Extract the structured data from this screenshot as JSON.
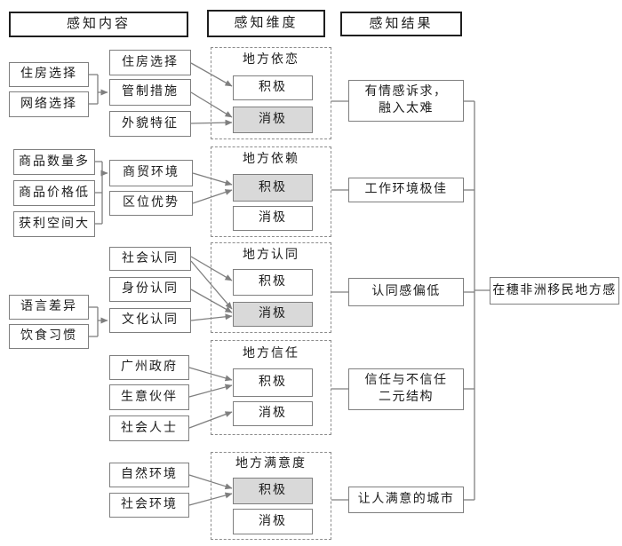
{
  "headers": {
    "content": "感知内容",
    "dimension": "感知维度",
    "result": "感知结果"
  },
  "final": {
    "label": "在穗非洲移民地方感"
  },
  "colors": {
    "shaded_fill": "#d9d9d9",
    "white_fill": "#ffffff",
    "box_border": "#7f7f7f",
    "header_border": "#1f1f1f"
  },
  "groups": [
    {
      "title": "地方依恋",
      "left": [
        "住房选择",
        "网络选择"
      ],
      "mid": [
        "住房选择",
        "管制措施",
        "外貌特征"
      ],
      "positive_label": "积极",
      "negative_label": "消极",
      "positive_fill": "#ffffff",
      "negative_fill": "#d9d9d9",
      "result_lines": [
        "有情感诉求，",
        "融入太难"
      ]
    },
    {
      "title": "地方依赖",
      "left": [
        "商品数量多",
        "商品价格低",
        "获利空间大"
      ],
      "mid": [
        "商贸环境",
        "区位优势"
      ],
      "positive_label": "积极",
      "negative_label": "消极",
      "positive_fill": "#d9d9d9",
      "negative_fill": "#ffffff",
      "result_lines": [
        "工作环境极佳"
      ]
    },
    {
      "title": "地方认同",
      "left": [
        "语言差异",
        "饮食习惯"
      ],
      "mid": [
        "社会认同",
        "身份认同",
        "文化认同"
      ],
      "positive_label": "积极",
      "negative_label": "消极",
      "positive_fill": "#ffffff",
      "negative_fill": "#d9d9d9",
      "result_lines": [
        "认同感偏低"
      ]
    },
    {
      "title": "地方信任",
      "left": [],
      "mid": [
        "广州政府",
        "生意伙伴",
        "社会人士"
      ],
      "positive_label": "积极",
      "negative_label": "消极",
      "positive_fill": "#ffffff",
      "negative_fill": "#ffffff",
      "result_lines": [
        "信任与不信任",
        "二元结构"
      ]
    },
    {
      "title": "地方满意度",
      "left": [],
      "mid": [
        "自然环境",
        "社会环境"
      ],
      "positive_label": "积极",
      "negative_label": "消极",
      "positive_fill": "#d9d9d9",
      "negative_fill": "#ffffff",
      "result_lines": [
        "让人满意的城市"
      ]
    }
  ]
}
